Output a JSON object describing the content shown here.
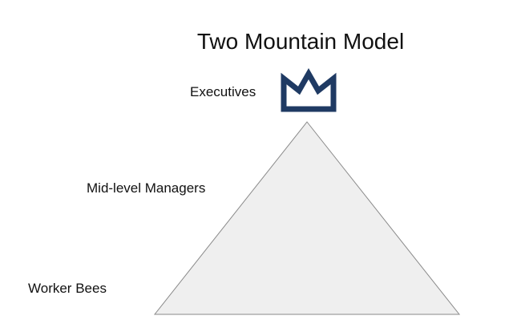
{
  "title": "Two Mountain Model",
  "diagram": {
    "type": "pyramid-hierarchy",
    "icon": "crown-icon",
    "levels": [
      {
        "label": "Executives"
      },
      {
        "label": "Mid-level Managers"
      },
      {
        "label": "Worker Bees"
      }
    ]
  },
  "colors": {
    "background": "#ffffff",
    "text": "#111111",
    "crown_navy": "#1f3a63",
    "triangle_fill": "#efefef",
    "triangle_border": "#8a8a8a"
  }
}
